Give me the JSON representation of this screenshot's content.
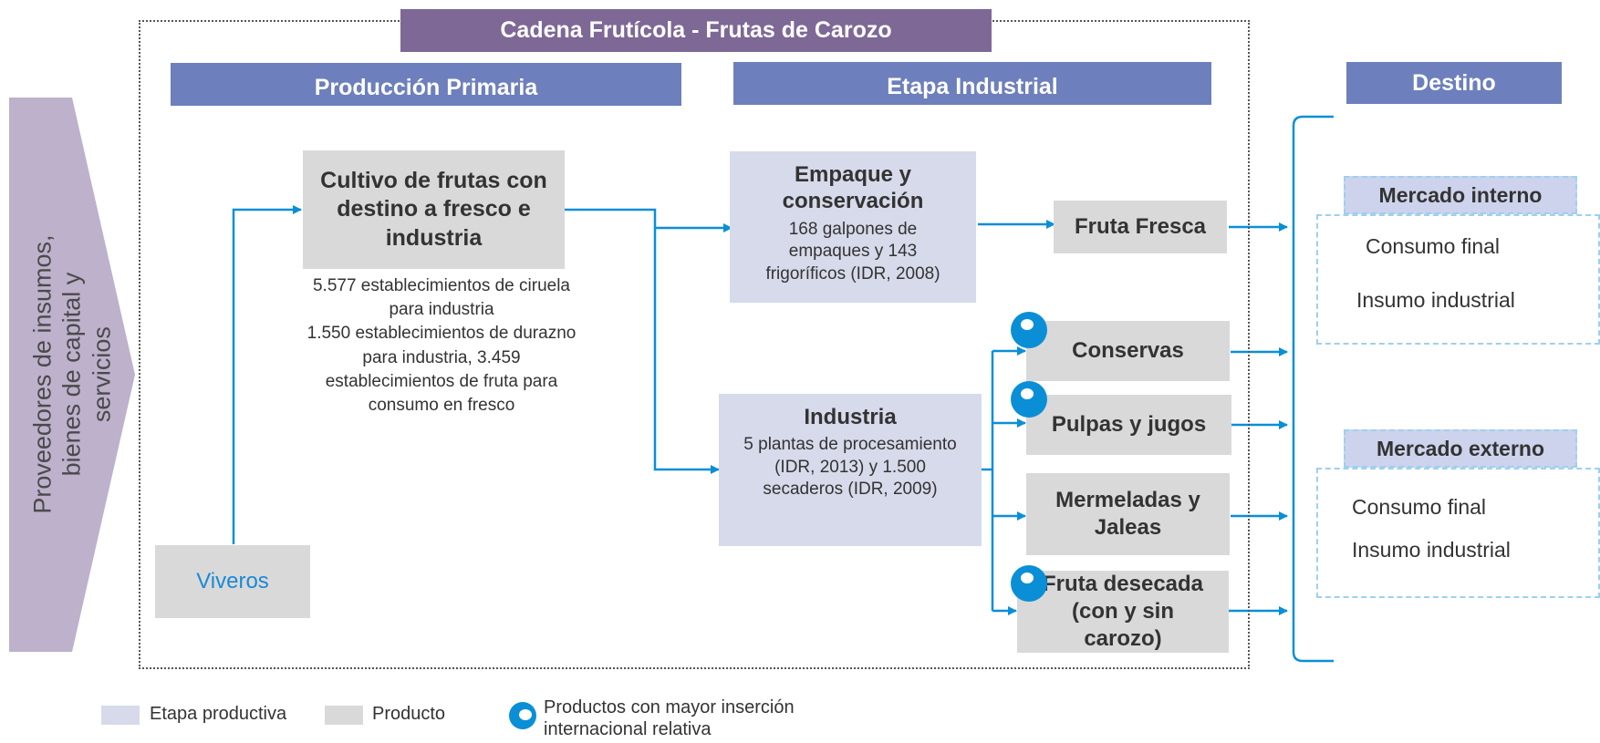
{
  "title": "Cadena Frutícola - Frutas de Carozo",
  "left_arrow": {
    "line1": "Proveedores de insumos,",
    "line2": "bienes de capital y",
    "line3": "servicios"
  },
  "headers": {
    "primary": "Producción Primaria",
    "industrial": "Etapa Industrial",
    "destino": "Destino"
  },
  "nodes": {
    "cultivo": "Cultivo de frutas con destino a fresco e industria",
    "cultivo_stats": [
      "5.577 establecimientos de ciruela",
      "para industria",
      "1.550 establecimientos de durazno",
      "para industria, 3.459",
      "establecimientos de fruta para",
      "consumo en fresco"
    ],
    "viveros": "Viveros",
    "empaque_title": "Empaque y conservación",
    "empaque_detail": "168 galpones de empaques  y 143 frigoríficos (IDR, 2008)",
    "industria_title": "Industria",
    "industria_detail": "5 plantas de procesamiento (IDR, 2013) y 1.500 secaderos (IDR, 2009)",
    "fruta_fresca": "Fruta Fresca",
    "conservas": "Conservas",
    "pulpas": "Pulpas y jugos",
    "mermeladas": "Mermeladas y Jaleas",
    "desecada": "Fruta desecada (con y sin carozo)"
  },
  "destino": {
    "interno_head": "Mercado interno",
    "interno_items": [
      "Consumo final",
      "Insumo industrial"
    ],
    "externo_head": "Mercado externo",
    "externo_items": [
      "Consumo final",
      "Insumo industrial"
    ]
  },
  "legend": {
    "etapa": "Etapa productiva",
    "producto": "Producto",
    "insercion_line1": "Productos con mayor inserción",
    "insercion_line2": "internacional relativa"
  },
  "colors": {
    "title_bg": "#7e6896",
    "header_bg": "#6d7fbc",
    "arrow": "#0a8fd6",
    "stage_bg": "#d6daea",
    "product_bg": "#d9d9d9"
  }
}
